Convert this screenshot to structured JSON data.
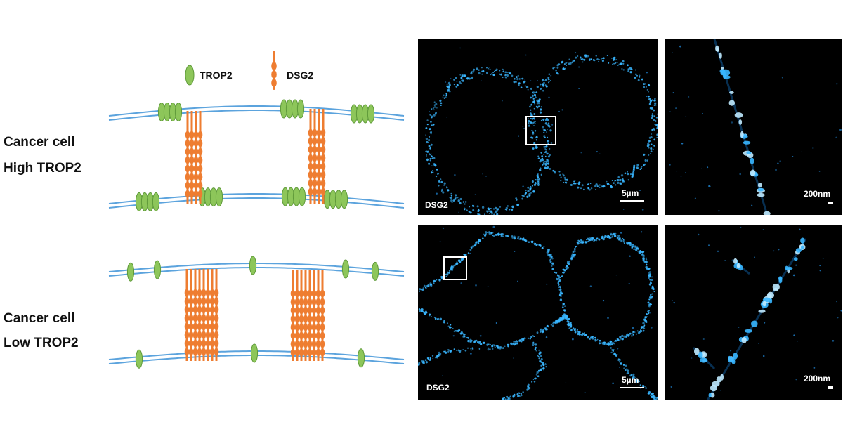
{
  "legend": {
    "trop2_label": "TROP2",
    "dsg2_label": "DSG2"
  },
  "rows": [
    {
      "label_line1": "Cancer cell",
      "label_line2": "High TROP2"
    },
    {
      "label_line1": "Cancer cell",
      "label_line2": "Low TROP2"
    }
  ],
  "micrographs": {
    "top_overview": {
      "stain": "DSG2",
      "scale": "5µm"
    },
    "top_zoom": {
      "scale": "200nm"
    },
    "bottom_overview": {
      "stain": "DSG2",
      "scale": "5µm"
    },
    "bottom_zoom": {
      "scale": "200nm"
    }
  },
  "colors": {
    "membrane": "#5ba3dd",
    "trop2": "#8dc65a",
    "dsg2": "#ee7d31",
    "signal": "#39b6ff"
  }
}
